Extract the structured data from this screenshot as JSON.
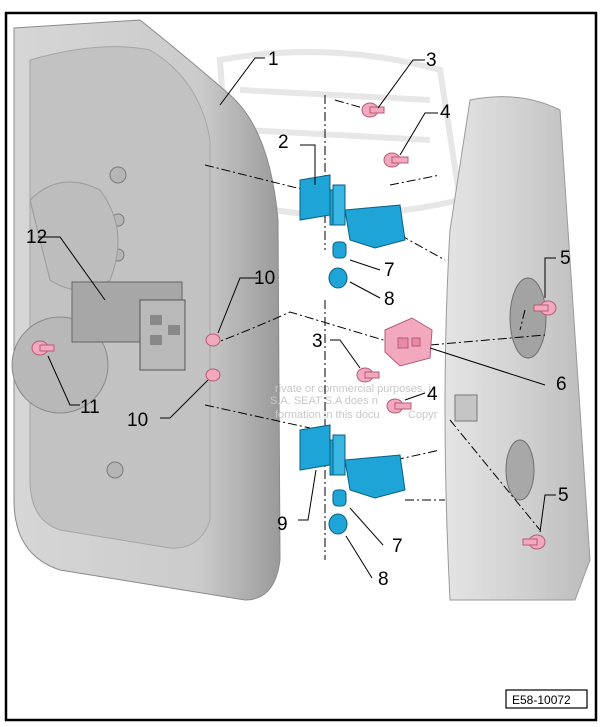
{
  "callouts": [
    {
      "id": "c1",
      "label": "1"
    },
    {
      "id": "c2",
      "label": "2"
    },
    {
      "id": "c3a",
      "label": "3"
    },
    {
      "id": "c3b",
      "label": "3"
    },
    {
      "id": "c4a",
      "label": "4"
    },
    {
      "id": "c4b",
      "label": "4"
    },
    {
      "id": "c5a",
      "label": "5"
    },
    {
      "id": "c5b",
      "label": "5"
    },
    {
      "id": "c6",
      "label": "6"
    },
    {
      "id": "c7a",
      "label": "7"
    },
    {
      "id": "c7b",
      "label": "7"
    },
    {
      "id": "c8a",
      "label": "8"
    },
    {
      "id": "c8b",
      "label": "8"
    },
    {
      "id": "c9",
      "label": "9"
    },
    {
      "id": "c10a",
      "label": "10"
    },
    {
      "id": "c10b",
      "label": "10"
    },
    {
      "id": "c11",
      "label": "11"
    },
    {
      "id": "c12",
      "label": "12"
    }
  ],
  "reference_code": "E58-10072",
  "watermark": {
    "line1": "rivate or commercial purposes, i",
    "line2": "S.A. SEAT S.A does n",
    "line3": "formation in this docu",
    "line3b": "Copyr"
  },
  "colors": {
    "hinge": "#1ea4d6",
    "bolt": "#f2a9bd",
    "door": "#cfcfcf",
    "frame": "#000000"
  }
}
